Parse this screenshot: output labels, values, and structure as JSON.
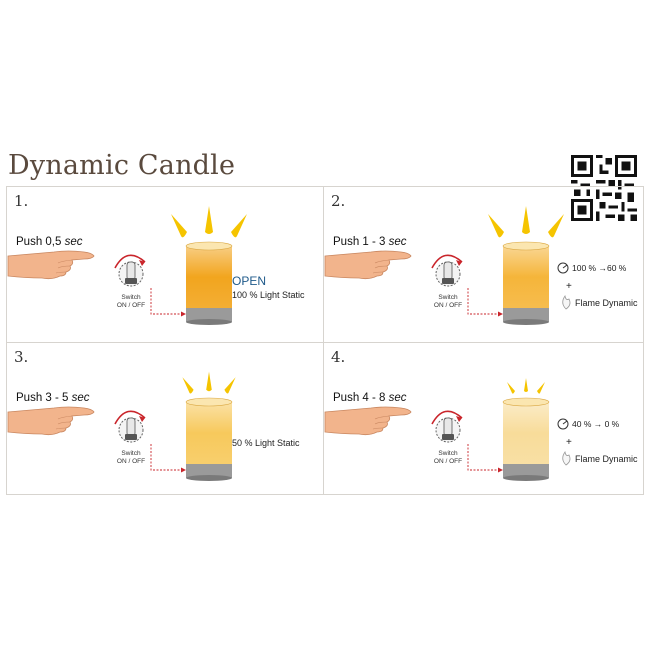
{
  "title": "Dynamic Candle",
  "switch_label_line1": "Switch",
  "switch_label_line2": "ON / OFF",
  "panels": [
    {
      "number": "1.",
      "push_label": "Push 0,5 ",
      "push_unit": "sec",
      "state": "OPEN",
      "light": "100 %  Light Static",
      "glow_color": "#f2a51e"
    },
    {
      "number": "2.",
      "push_label": "Push 1 - 3 ",
      "push_unit": "sec",
      "brightness": "100 % →60 %",
      "plus": "+",
      "mode": "Flame Dynamic",
      "glow_color": "#f5b53a"
    },
    {
      "number": "3.",
      "push_label": "Push 3 - 5 ",
      "push_unit": "sec",
      "light": "50 %  Light Static",
      "glow_color": "#f7c95c"
    },
    {
      "number": "4.",
      "push_label": "Push 4 - 8 ",
      "push_unit": "sec",
      "brightness": "40 % → 0 %",
      "plus": "+",
      "mode": "Flame Dynamic",
      "glow_color": "#f8dc9a"
    }
  ],
  "colors": {
    "ray": "#f5c400",
    "arrow": "#c9252b",
    "base": "#9a9a9a",
    "skin": "#f2b48c"
  }
}
